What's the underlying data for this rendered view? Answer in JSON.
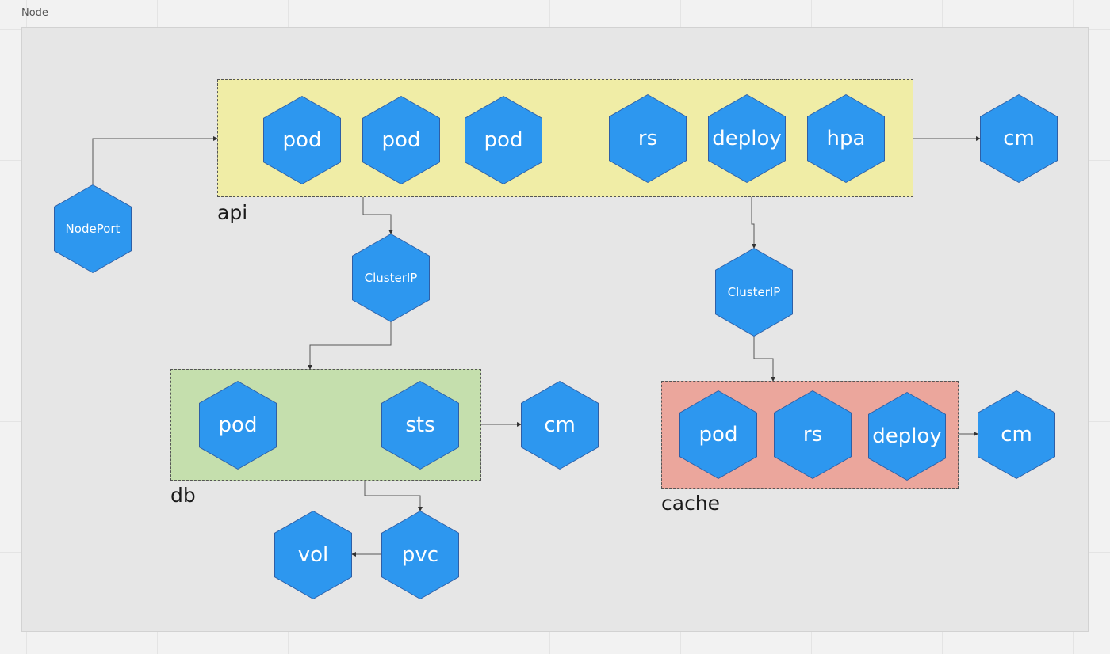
{
  "frame": {
    "title": "Node"
  },
  "groups": {
    "api": "api",
    "db": "db",
    "cache": "cache"
  },
  "nodes": {
    "nodeport": "NodePort",
    "api_pod_1": "pod",
    "api_pod_2": "pod",
    "api_pod_3": "pod",
    "api_rs": "rs",
    "api_deploy": "deploy",
    "api_hpa": "hpa",
    "api_cm": "cm",
    "clusterip_db": "ClusterIP",
    "clusterip_cache": "ClusterIP",
    "db_pod": "pod",
    "db_sts": "sts",
    "db_cm": "cm",
    "db_pvc": "pvc",
    "db_vol": "vol",
    "cache_pod": "pod",
    "cache_rs": "rs",
    "cache_deploy": "deploy",
    "cache_cm": "cm"
  },
  "colors": {
    "hex_fill": "#2d97ef",
    "hex_stroke": "#2e5fa6",
    "api_group": "#f0eda6",
    "db_group": "#c5dfad",
    "cache_group": "#eba69c",
    "canvas": "#e6e6e6"
  }
}
